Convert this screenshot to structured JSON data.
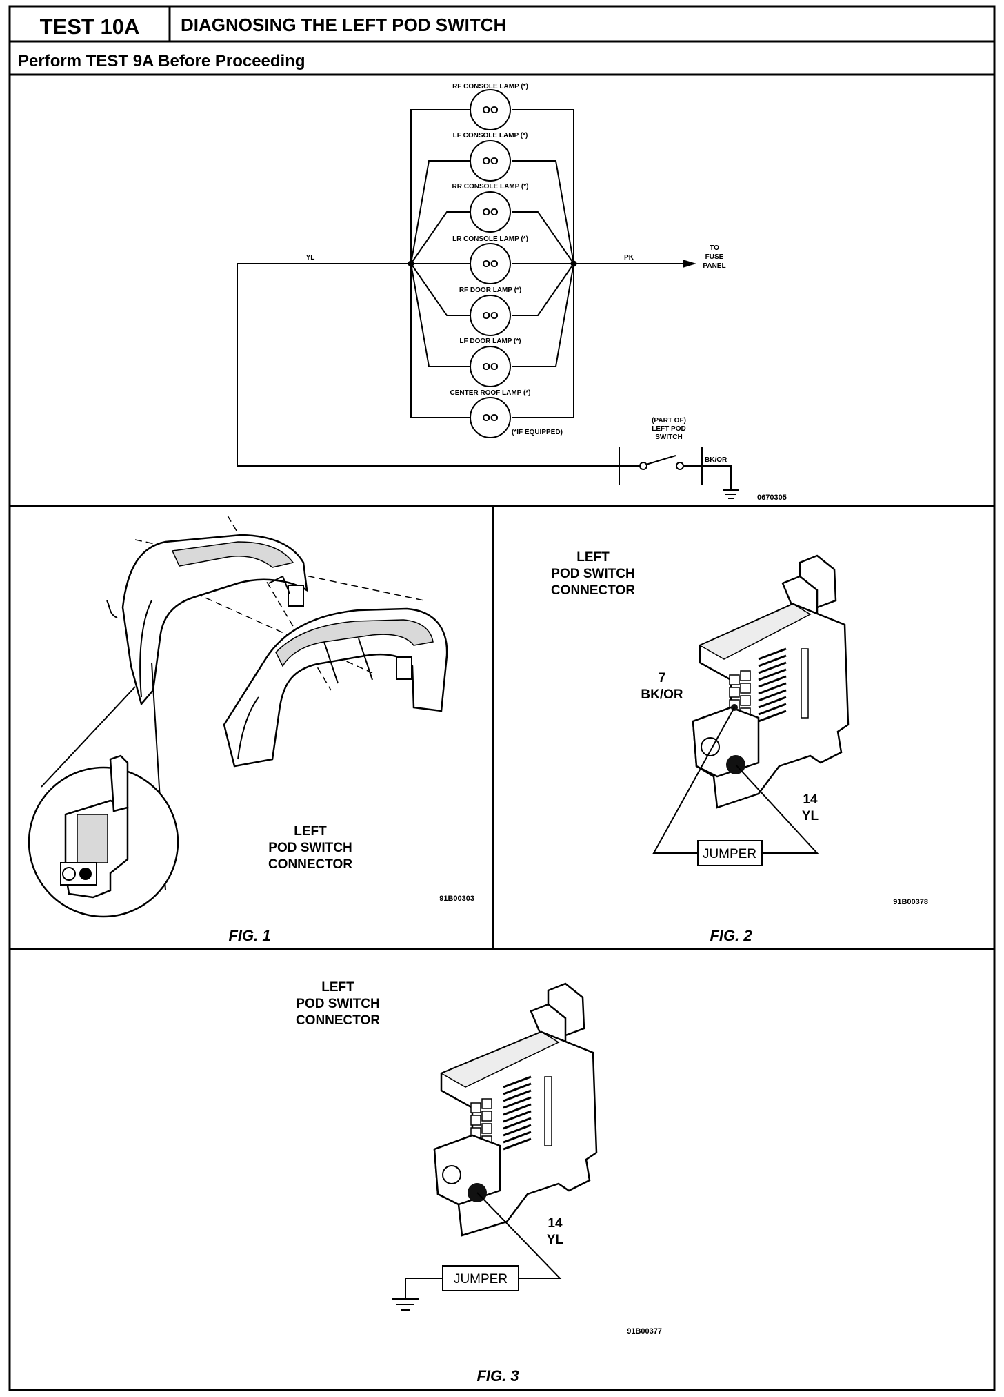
{
  "header": {
    "test_id": "TEST 10A",
    "title": "DIAGNOSING THE LEFT POD SWITCH",
    "subtitle": "Perform TEST 9A Before Proceeding"
  },
  "schematic": {
    "lamps": [
      "RF CONSOLE LAMP (*)",
      "LF CONSOLE LAMP (*)",
      "RR CONSOLE LAMP (*)",
      "LR CONSOLE LAMP (*)",
      "RF DOOR LAMP (*)",
      "LF DOOR LAMP (*)",
      "CENTER ROOF LAMP (*)"
    ],
    "lamp_symbol": "OO",
    "if_equipped_note": "(*IF EQUIPPED)",
    "wire_left": "YL",
    "wire_right": "PK",
    "destination": [
      "TO",
      "FUSE",
      "PANEL"
    ],
    "switch_label": [
      "(PART OF)",
      "LEFT POD",
      "SWITCH"
    ],
    "ground_wire": "BK/OR",
    "code": "0670305"
  },
  "fig1": {
    "callout": [
      "LEFT",
      "POD SWITCH",
      "CONNECTOR"
    ],
    "code": "91B00303",
    "caption": "FIG. 1"
  },
  "fig2": {
    "callout": [
      "LEFT",
      "POD SWITCH",
      "CONNECTOR"
    ],
    "pin_a_number": "7",
    "pin_a_wire": "BK/OR",
    "pin_b_number": "14",
    "pin_b_wire": "YL",
    "jumper": "JUMPER",
    "code": "91B00378",
    "caption": "FIG. 2"
  },
  "fig3": {
    "callout": [
      "LEFT",
      "POD SWITCH",
      "CONNECTOR"
    ],
    "pin_number": "14",
    "pin_wire": "YL",
    "jumper": "JUMPER",
    "code": "91B00377",
    "caption": "FIG. 3"
  }
}
